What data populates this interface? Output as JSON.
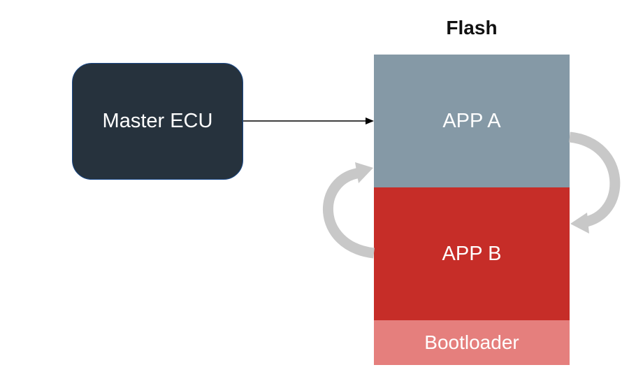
{
  "diagram": {
    "flash_title": "Flash",
    "master_ecu_label": "Master ECU",
    "flash_blocks": {
      "app_a": "APP A",
      "app_b": "APP B",
      "bootloader": "Bootloader"
    }
  },
  "colors": {
    "master_ecu_fill": "#26323d",
    "app_a_fill": "#8599a6",
    "app_b_fill": "#c62d28",
    "bootloader_fill": "#e57f7d",
    "swap_arrow": "#c8c8c8"
  },
  "icons": {
    "connector": "arrow-right-icon",
    "swap_left": "curved-arrow-up-icon",
    "swap_right": "curved-arrow-down-icon"
  }
}
